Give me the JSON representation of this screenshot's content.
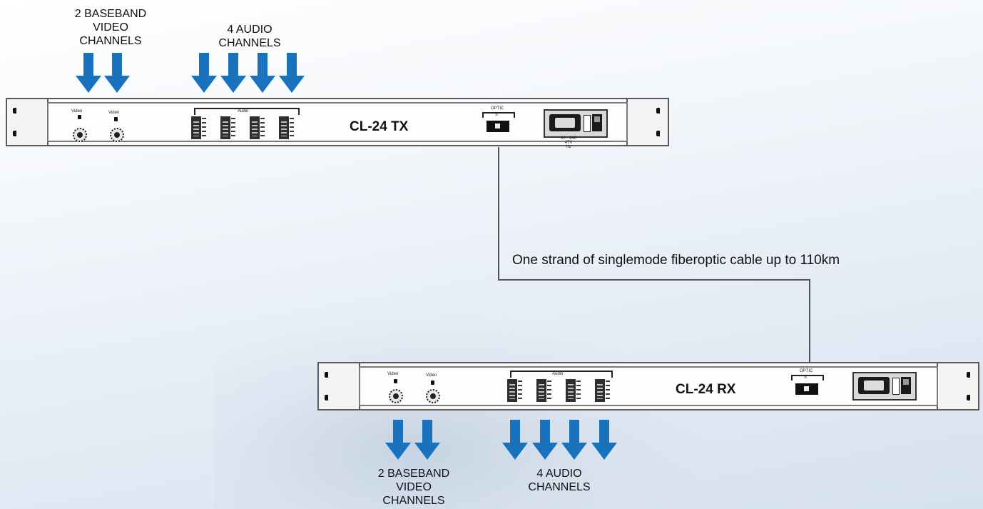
{
  "top_video_label": "2 BASEBAND\nVIDEO\nCHANNELS",
  "top_audio_label": "4 AUDIO\nCHANNELS",
  "bottom_video_label": "2 BASEBAND\nVIDEO\nCHANNELS",
  "bottom_audio_label": "4 AUDIO\nCHANNELS",
  "fiber_caption": "One strand of singlemode fiberoptic cable up to 110km",
  "tx_unit": {
    "model": "CL-24 TX",
    "video_label": "Video",
    "audio_label": "Audio",
    "optic_label": "OPTIC",
    "optic_sub": "S",
    "power_text": "90 - 240\n47V\nHz"
  },
  "rx_unit": {
    "model": "CL-24 RX",
    "video_label": "Video",
    "audio_label": "Audio",
    "optic_label": "OPTIC",
    "optic_sub": "S"
  },
  "colors": {
    "arrow": "#1a72bd",
    "line": "#555555"
  },
  "icons": [
    "arrow-down-icon",
    "bnc-connector-icon",
    "terminal-block-icon",
    "optic-port-icon",
    "power-inlet-icon",
    "mount-hole-icon"
  ]
}
